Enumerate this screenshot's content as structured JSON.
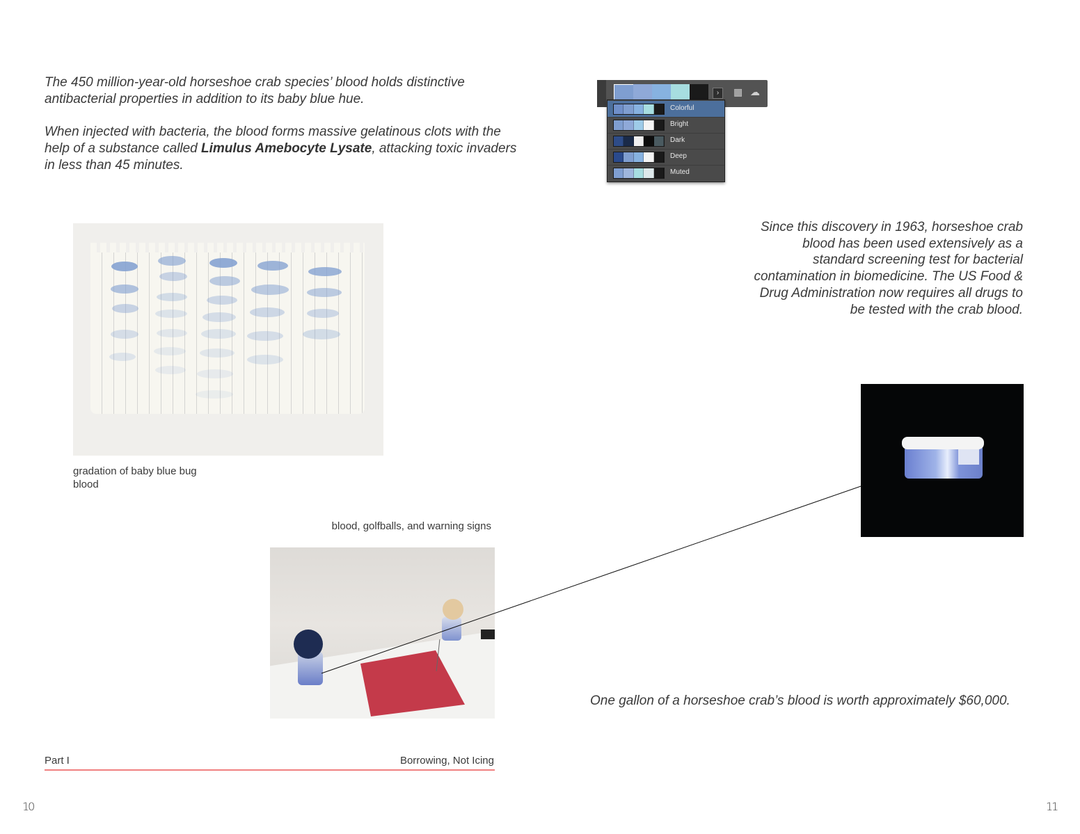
{
  "intro": {
    "p1": "The 450 million-year-old horseshoe crab species’ blood holds distinctive antibacterial properties in addition to its baby blue hue.",
    "p2_before": "When injected with bacteria, the blood forms massive gelatinous clots with the help of a substance called ",
    "p2_bold": "Limulus Amebocyte Lysate",
    "p2_after": ", attacking toxic invaders in less than 45 minutes."
  },
  "side_text": "Since this discovery in 1963, horseshoe crab blood has been used extensively as a standard screening test for bacterial contamination in biomedicine. The US Food & Drug Administration now requires all drugs to be tested with the crab blood.",
  "worth_text": "One gallon of a horseshoe crab’s blood is worth approximately $60,000.",
  "captions": {
    "paper": "gradation of baby blue bug blood",
    "shelf": "blood, golfballs, and warning signs"
  },
  "footer": {
    "left": "Part I",
    "right": "Borrowing, Not Icing",
    "rule_color": "#f08080"
  },
  "page_numbers": {
    "left": "10",
    "right": "11"
  },
  "swatch_panel": {
    "bar_colors": [
      "#7f9ed0",
      "#8fa9d8",
      "#87b2e0",
      "#a7dde0",
      "#1a1a1a"
    ],
    "chevron_icon": "chevron-right-icon",
    "tool_icons": [
      "grid-icon",
      "cloud-icon"
    ],
    "options": [
      {
        "label": "Colorful",
        "selected": true,
        "colors": [
          "#6f8fc9",
          "#7f9ed0",
          "#87b2e0",
          "#a7dde0",
          "#1a1a1a"
        ]
      },
      {
        "label": "Bright",
        "selected": false,
        "colors": [
          "#7f9ed0",
          "#8fa9d8",
          "#9ecbe8",
          "#f4f4f4",
          "#1a1a1a"
        ]
      },
      {
        "label": "Dark",
        "selected": false,
        "colors": [
          "#2e4c88",
          "#1a2a48",
          "#f0f0f0",
          "#0d0d0d",
          "#4a5a60"
        ]
      },
      {
        "label": "Deep",
        "selected": false,
        "colors": [
          "#2a4a8c",
          "#7f9ed0",
          "#87b2e0",
          "#f4f4f4",
          "#1a1a1a"
        ]
      },
      {
        "label": "Muted",
        "selected": false,
        "colors": [
          "#7f9ed0",
          "#9fb6dc",
          "#a7dde0",
          "#dde8ea",
          "#1a1a1a"
        ]
      }
    ]
  }
}
